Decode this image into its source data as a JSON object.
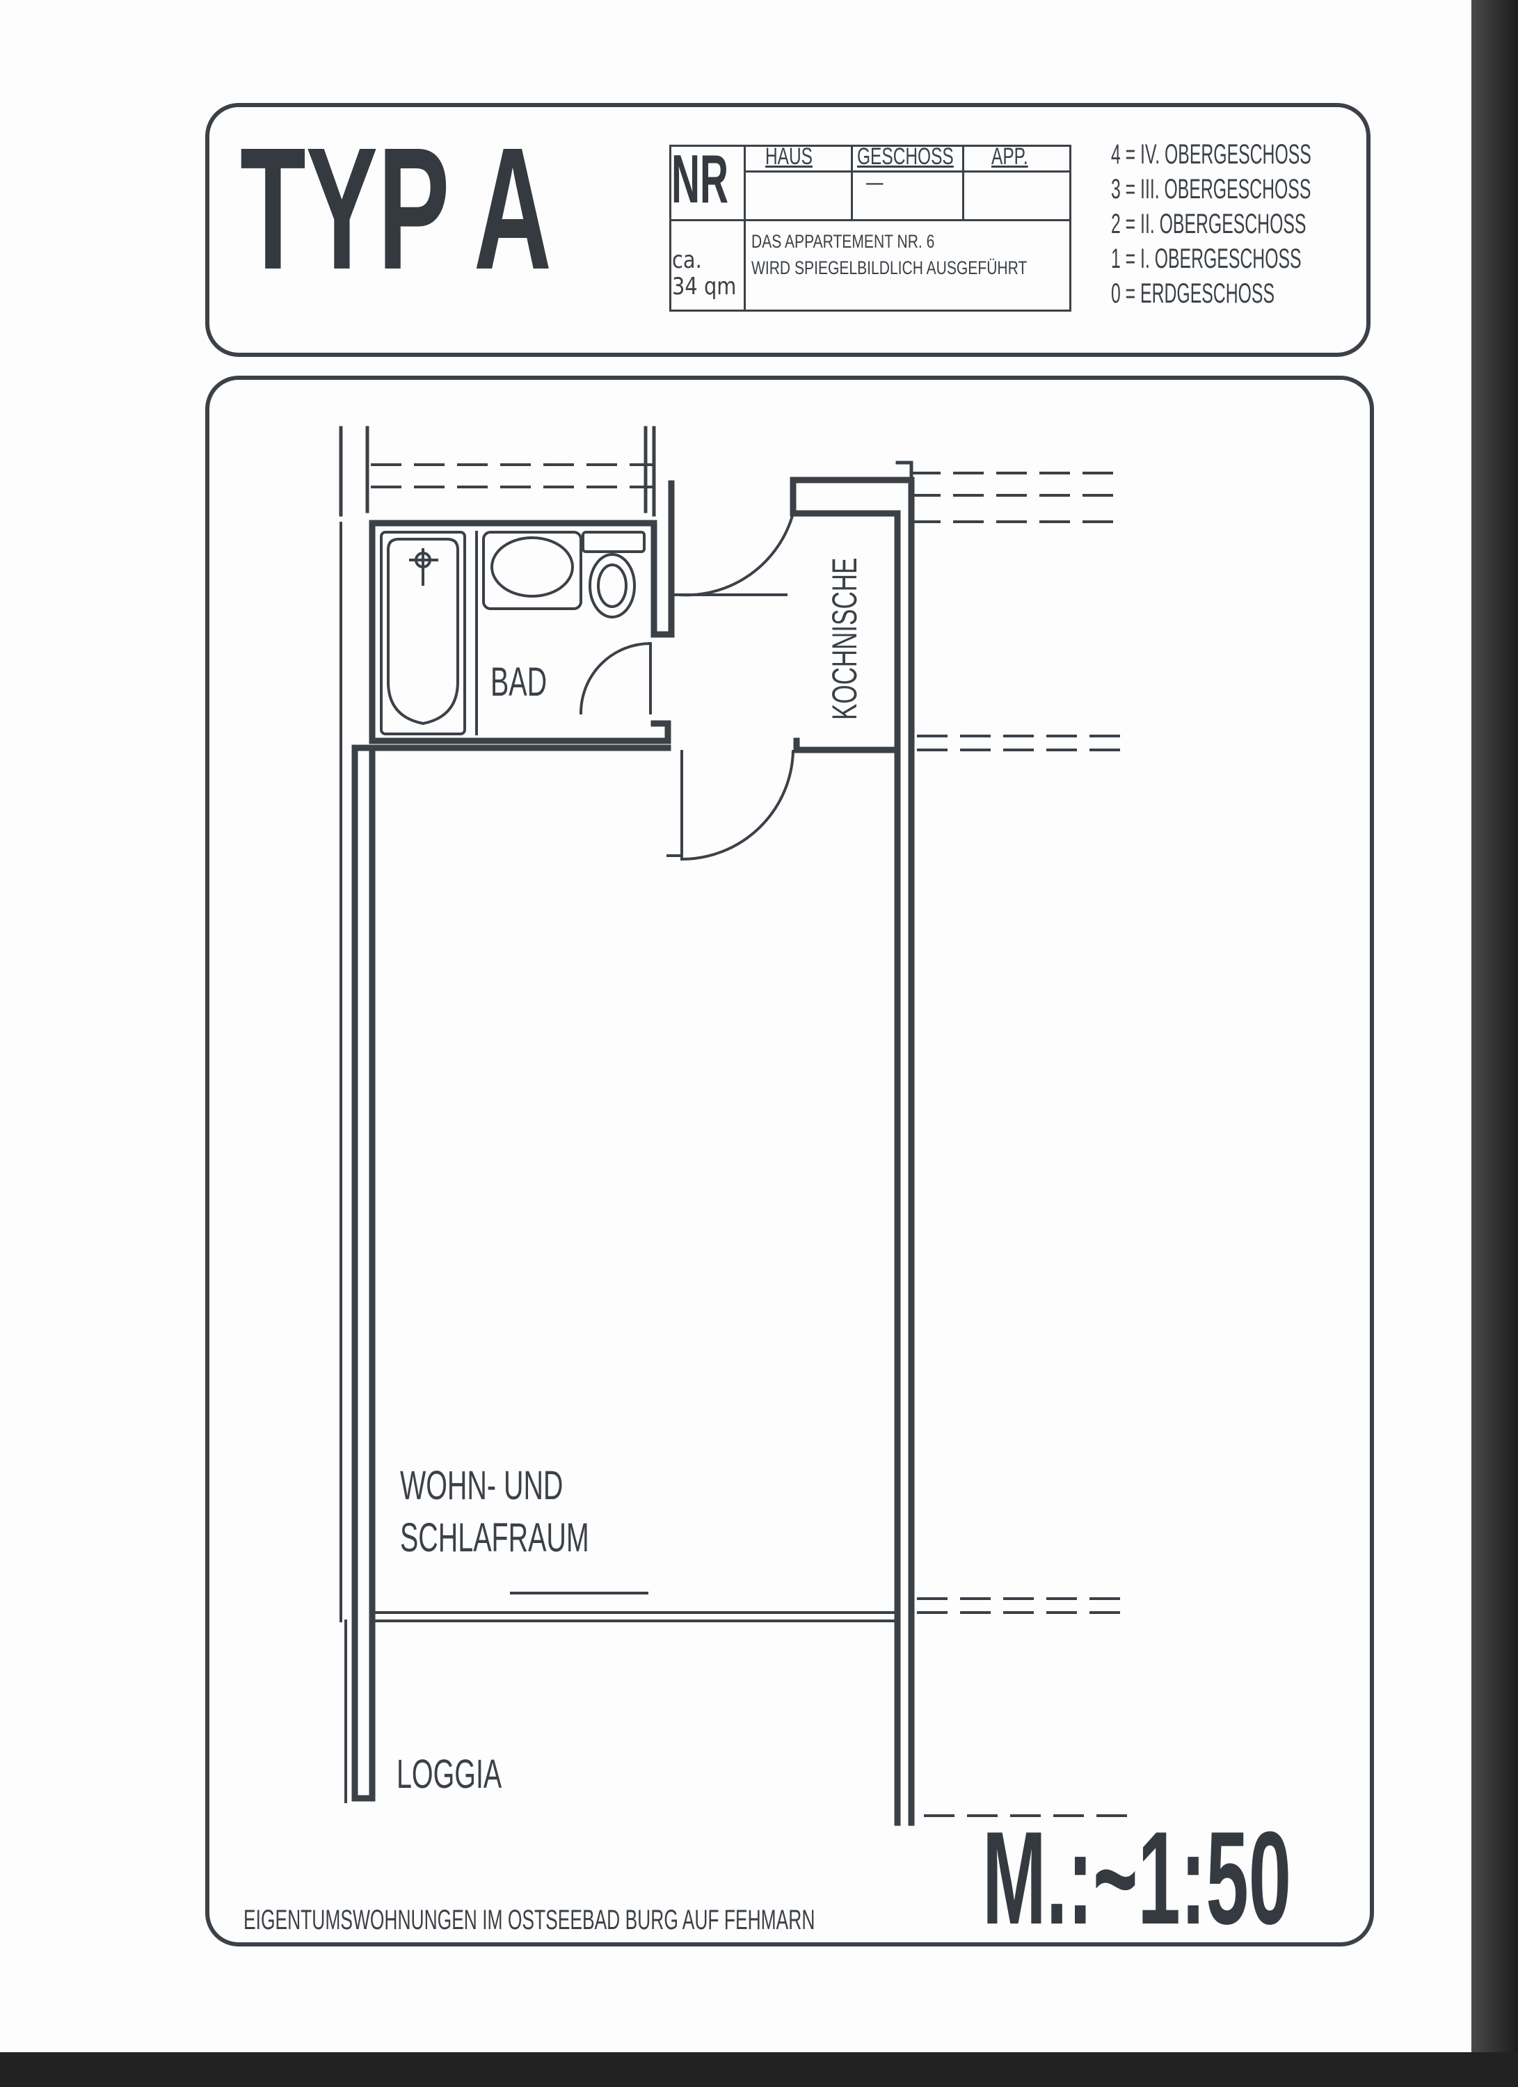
{
  "header": {
    "title": "TYP A",
    "nr_label": "NR",
    "columns": [
      "HAUS",
      "GESCHOSS",
      "APP."
    ],
    "geschoss_value": "—",
    "area_prefix": "ca.",
    "area_value": "34 qm",
    "mirror_note_line1": "DAS APPARTEMENT NR. 6",
    "mirror_note_line2": "WIRD SPIEGELBILDLICH AUSGEFÜHRT"
  },
  "floors": [
    "4 = IV. OBERGESCHOSS",
    "3 = III. OBERGESCHOSS",
    "2 = II. OBERGESCHOSS",
    "1 = I. OBERGESCHOSS",
    "0 = ERDGESCHOSS"
  ],
  "rooms": {
    "bathroom": "BAD",
    "kitchen": "KOCHNISCHE",
    "living_line1": "WOHN- UND",
    "living_line2": "SCHLAFRAUM",
    "loggia": "LOGGIA"
  },
  "footer": {
    "project": "EIGENTUMSWOHNUNGEN IM OSTSEEBAD BURG AUF FEHMARN",
    "scale": "M.:~1:50"
  },
  "colors": {
    "ink": "#3b4147",
    "paper": "#fdfdfd",
    "background": "#2b2b2b"
  }
}
